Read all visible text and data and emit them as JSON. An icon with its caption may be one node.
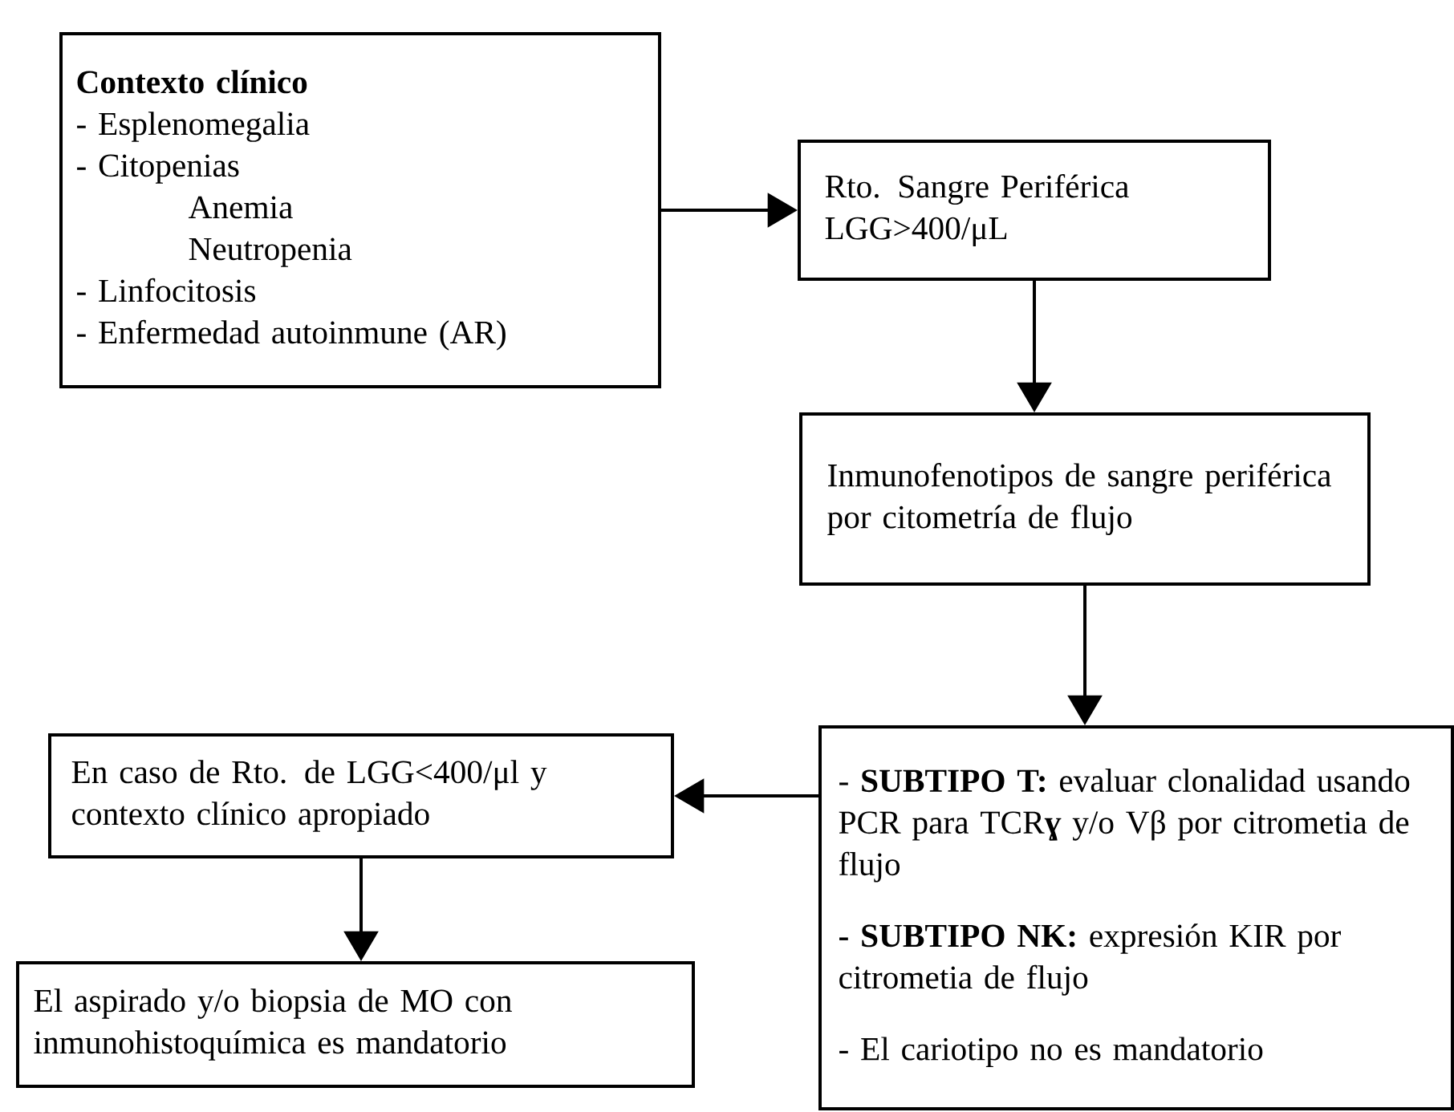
{
  "diagram": {
    "nodes": [
      {
        "text": [
          "Contexto clínico",
          "- Esplenomegalia",
          "- Citopenias",
          "Anemia",
          "Neutropenia",
          "- Linfocitosis",
          "- Enfermedad autoinmune (AR)"
        ]
      },
      {
        "text": [
          "Rto. Sangre Periférica LGG>400/μL"
        ]
      },
      {
        "text": [
          "Inmunofenotipos de sangre periférica por citometría de flujo"
        ]
      },
      {
        "text": [
          "- **SUBTIPO T:** evaluar clonalidad usando PCR para TCR**ɣ** y/o Vβ por citrometia de flujo",
          "**- SUBTIPO NK:** expresión KIR por citrometia de flujo",
          "- El cariotipo no es mandatorio"
        ]
      },
      {
        "text": [
          "En caso de Rto. de LGG<400/μl y contexto clínico apropiado"
        ]
      },
      {
        "text": [
          "El aspirado y/o biopsia de MO con inmunohistoquímica es mandatorio"
        ]
      }
    ],
    "edges": [
      {
        "from": 0,
        "to": 1,
        "arrow": "to"
      },
      {
        "from": 1,
        "to": 2,
        "arrow": "to"
      },
      {
        "from": 2,
        "to": 3,
        "arrow": "to"
      },
      {
        "from": 3,
        "to": 4,
        "arrow": "to"
      },
      {
        "from": 4,
        "to": 5,
        "arrow": "to"
      }
    ]
  }
}
